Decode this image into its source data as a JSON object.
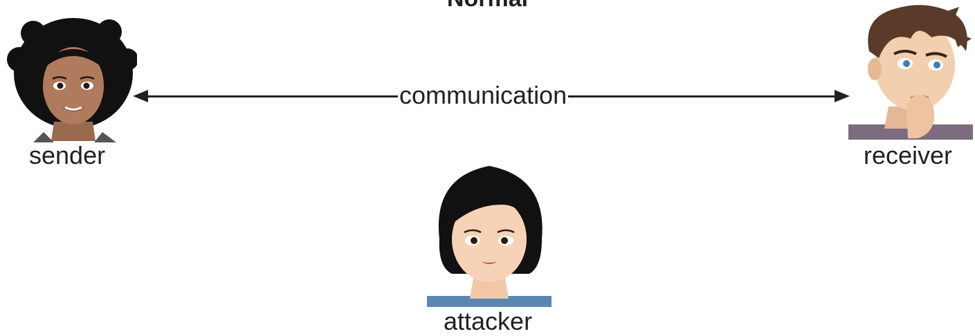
{
  "title": "Normal",
  "communication_label": "communication",
  "people": {
    "sender": {
      "label": "sender",
      "icon": "sender-portrait-icon"
    },
    "receiver": {
      "label": "receiver",
      "icon": "receiver-portrait-icon"
    },
    "attacker": {
      "label": "attacker",
      "icon": "attacker-portrait-icon"
    }
  },
  "colors": {
    "text": "#231f20",
    "skin_sender": "#b07a5c",
    "skin_light": "#f6d3b6",
    "hair_dark": "#111111",
    "hair_brown": "#5a3a28",
    "shirt_blue": "#5b86b2",
    "shirt_purple": "#7d6b80"
  }
}
